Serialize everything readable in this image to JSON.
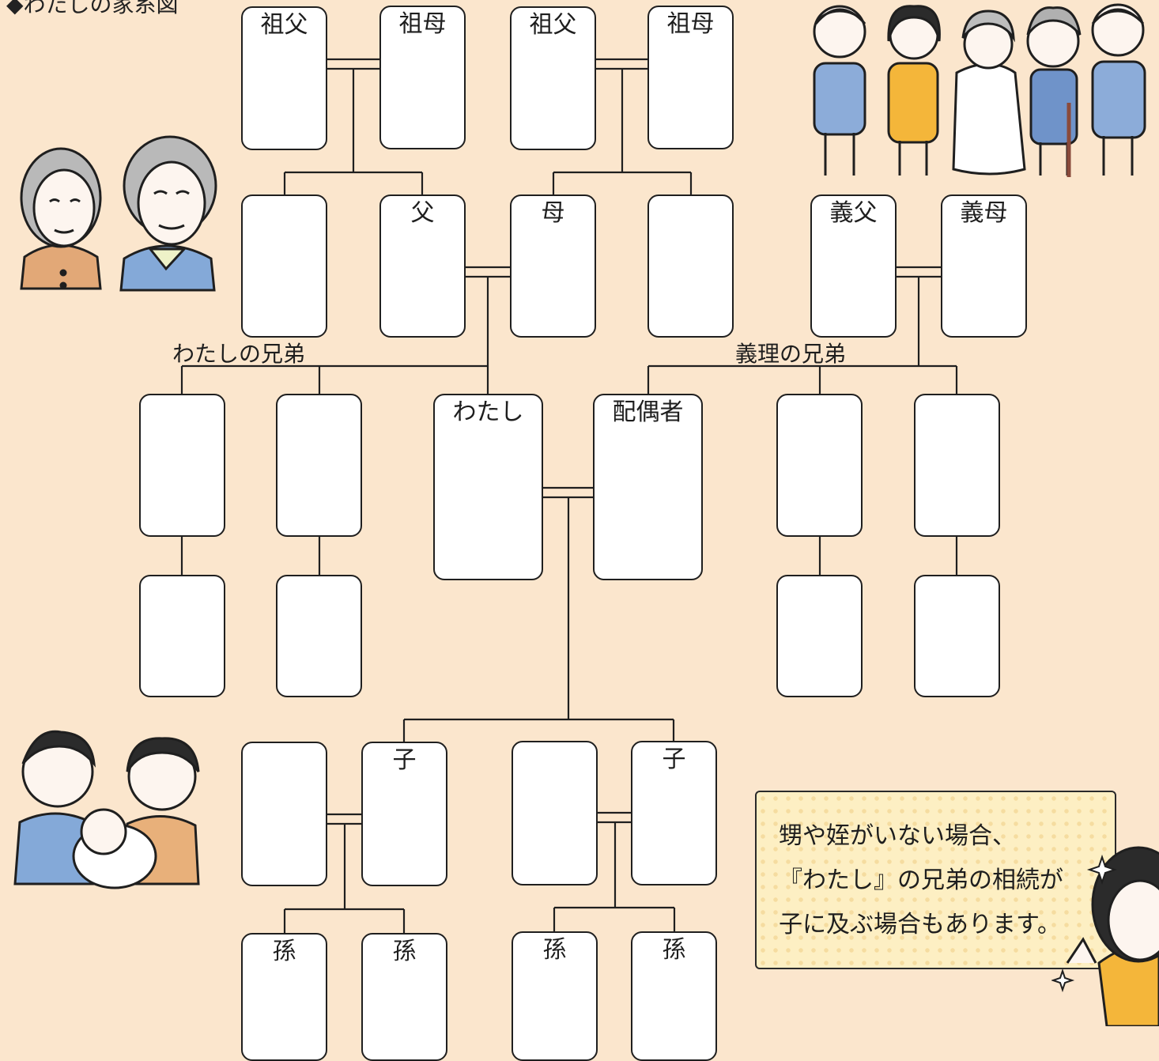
{
  "page": {
    "title": "◆わたしの家系図"
  },
  "labels": {
    "my_siblings": "わたしの兄弟",
    "inlaw_siblings": "義理の兄弟"
  },
  "boxes": {
    "gf_paternal": "祖父",
    "gm_paternal": "祖母",
    "gf_maternal": "祖父",
    "gm_maternal": "祖母",
    "uncle_paternal": "",
    "father": "父",
    "mother": "母",
    "aunt_maternal": "",
    "father_in_law": "義父",
    "mother_in_law": "義母",
    "sibling_1": "",
    "sibling_2": "",
    "me": "わたし",
    "spouse": "配偶者",
    "inlaw_sibling_1": "",
    "inlaw_sibling_2": "",
    "nephew_1": "",
    "nephew_2": "",
    "inlaw_nephew_1": "",
    "inlaw_nephew_2": "",
    "child_spouse_1": "",
    "child_1": "子",
    "child_spouse_2": "",
    "child_2": "子",
    "grandchild_1": "孫",
    "grandchild_2": "孫",
    "grandchild_3": "孫",
    "grandchild_4": "孫"
  },
  "note": {
    "lines": [
      "甥や姪がいない場合、",
      "『わたし』の兄弟の相続が",
      "子に及ぶ場合もあります。"
    ]
  },
  "illustrations": {
    "elderly_couple": "elderly-couple-illustration",
    "family_group": "family-group-illustration",
    "parents_with_baby": "parents-with-baby-illustration",
    "pointing_woman": "pointing-woman-illustration"
  },
  "colors": {
    "background": "#fbe6cd",
    "box_fill": "#ffffff",
    "line": "#1f1f1f",
    "note_fill": "#fdefc3"
  }
}
